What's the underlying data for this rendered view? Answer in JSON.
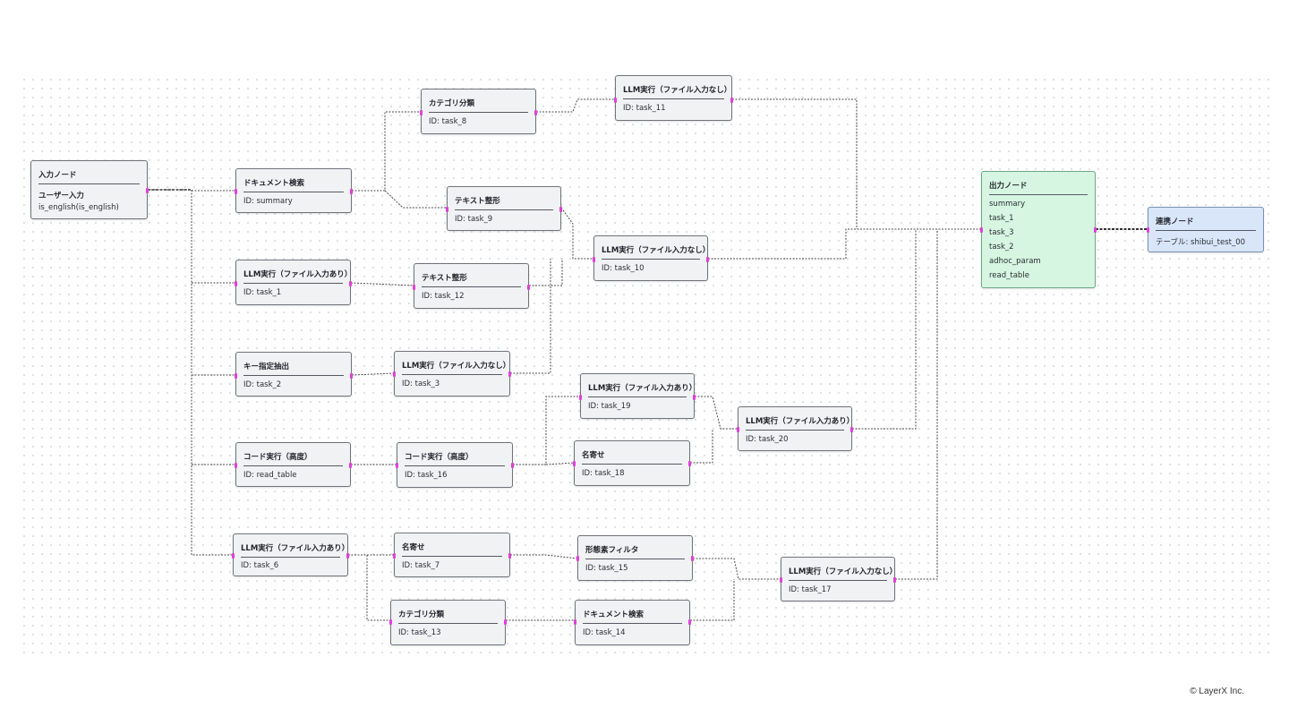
{
  "nodes": {
    "input": {
      "title": "入力ノード",
      "line1": "ユーザー入力",
      "line2": "is_english(is_english)"
    },
    "summary": {
      "title": "ドキュメント検索",
      "id": "ID: summary"
    },
    "task_1": {
      "title": "LLM実行（ファイル入力あり）",
      "id": "ID: task_1"
    },
    "task_2": {
      "title": "キー指定抽出",
      "id": "ID: task_2"
    },
    "read_table": {
      "title": "コード実行（高度）",
      "id": "ID: read_table"
    },
    "task_6": {
      "title": "LLM実行（ファイル入力あり）",
      "id": "ID: task_6"
    },
    "task_8": {
      "title": "カテゴリ分類",
      "id": "ID: task_8"
    },
    "task_9": {
      "title": "テキスト整形",
      "id": "ID: task_9"
    },
    "task_12": {
      "title": "テキスト整形",
      "id": "ID: task_12"
    },
    "task_3": {
      "title": "LLM実行（ファイル入力なし）",
      "id": "ID: task_3"
    },
    "task_16": {
      "title": "コード実行（高度）",
      "id": "ID: task_16"
    },
    "task_7": {
      "title": "名寄せ",
      "id": "ID: task_7"
    },
    "task_13": {
      "title": "カテゴリ分類",
      "id": "ID: task_13"
    },
    "task_11": {
      "title": "LLM実行（ファイル入力なし）",
      "id": "ID: task_11"
    },
    "task_10": {
      "title": "LLM実行（ファイル入力なし）",
      "id": "ID: task_10"
    },
    "task_19": {
      "title": "LLM実行（ファイル入力あり）",
      "id": "ID: task_19"
    },
    "task_18": {
      "title": "名寄せ",
      "id": "ID: task_18"
    },
    "task_15": {
      "title": "形態素フィルタ",
      "id": "ID: task_15"
    },
    "task_14": {
      "title": "ドキュメント検索",
      "id": "ID: task_14"
    },
    "task_20": {
      "title": "LLM実行（ファイル入力あり）",
      "id": "ID: task_20"
    },
    "task_17": {
      "title": "LLM実行（ファイル入力なし）",
      "id": "ID: task_17"
    },
    "output": {
      "title": "出力ノード",
      "items": [
        "summary",
        "task_1",
        "task_3",
        "task_2",
        "adhoc_param",
        "read_table"
      ]
    },
    "link": {
      "title": "連携ノード",
      "line1": "テーブル: shibui_test_00"
    }
  },
  "copyright": "© LayerX Inc.",
  "colors": {
    "port": "#e040d8",
    "edge": "#555555",
    "output_bg": "#d6f6e1",
    "link_bg": "#d9e6fa",
    "node_bg": "#f1f2f4"
  }
}
